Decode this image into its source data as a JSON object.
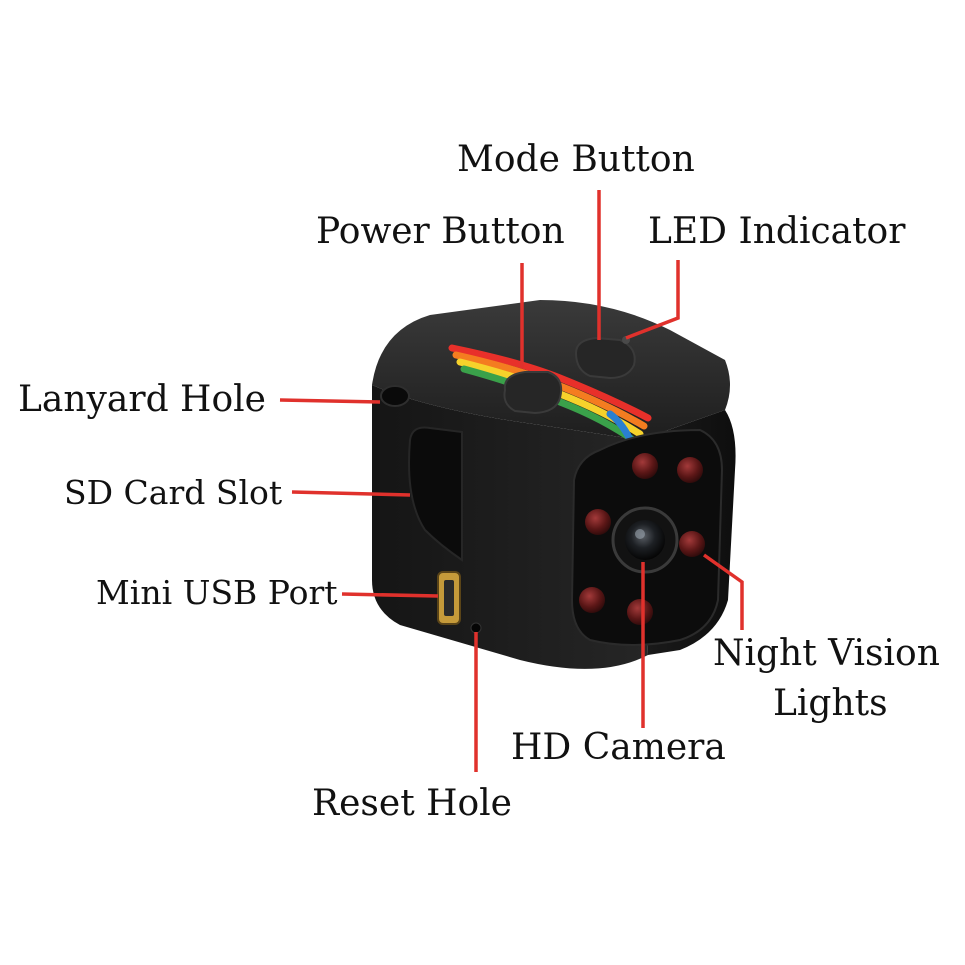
{
  "labels": {
    "mode_button": "Mode Button",
    "power_button": "Power Button",
    "led_indicator": "LED Indicator",
    "lanyard_hole": "Lanyard Hole",
    "sd_card_slot": "SD Card Slot",
    "mini_usb_port": "Mini USB Port",
    "night_vision_line1": "Night Vision",
    "night_vision_line2": "Lights",
    "hd_camera": "HD Camera",
    "reset_hole": "Reset Hole"
  },
  "colors": {
    "leader": "#e0312c",
    "body": "#161616",
    "stripe": [
      "#e8302a",
      "#f47c20",
      "#f6d22b",
      "#3aa14a",
      "#2a7fd0"
    ],
    "ir_led": "#6b1c1c"
  }
}
